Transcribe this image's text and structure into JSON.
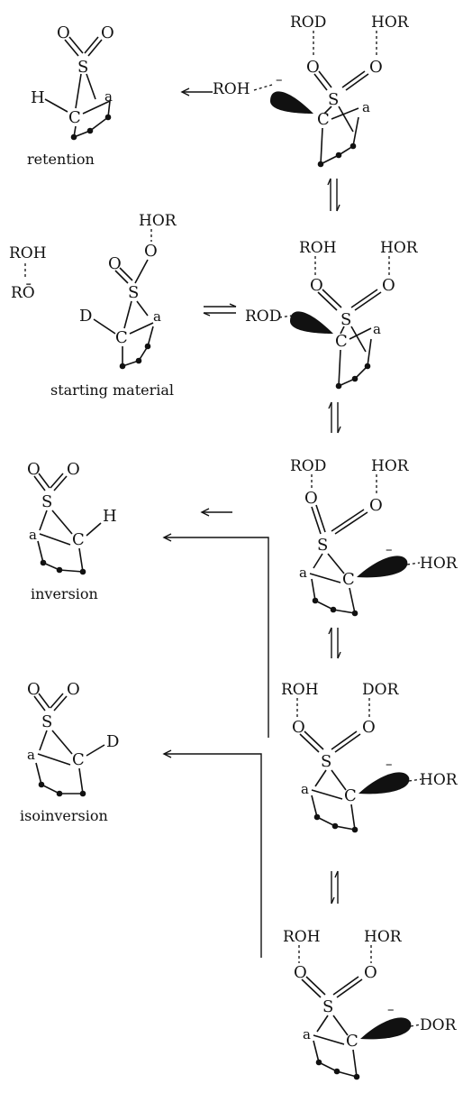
{
  "atoms": {
    "S": "S",
    "C": "C",
    "O": "O",
    "H": "H",
    "D": "D",
    "a": "a",
    "minus": "–"
  },
  "solvent": {
    "ROD": "ROD",
    "HOR": "HOR",
    "ROH": "ROH",
    "DOR": "DOR",
    "RO_minus": "RŌ"
  },
  "captions": {
    "retention": "retention",
    "starting_material": "starting material",
    "inversion": "inversion",
    "isoinversion": "isoinversion"
  }
}
